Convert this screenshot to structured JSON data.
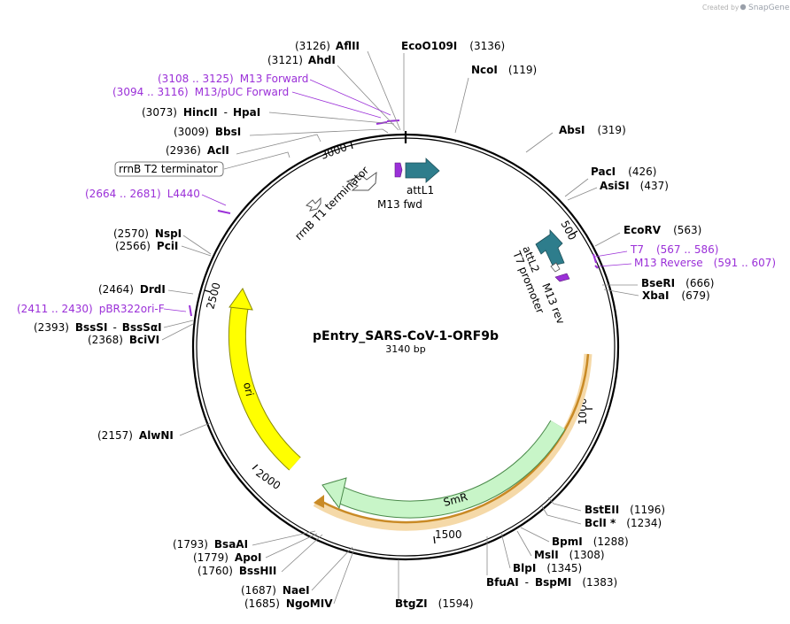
{
  "credit": {
    "prefix": "Created by",
    "brand": "SnapGene"
  },
  "plasmid": {
    "name": "pEntry_SARS-CoV-1-ORF9b",
    "size_label": "3140 bp",
    "length": 3140
  },
  "colors": {
    "attL": "#2e7d8c",
    "primer": "#9b30d8",
    "ori": "#ffff00",
    "smr": "#c8f5c8",
    "orf": "#f0a84a",
    "backbone": "#000000"
  },
  "ticks": [
    "500",
    "1000",
    "1500",
    "2000",
    "2500",
    "3000"
  ],
  "enzymes": [
    {
      "name": "AflII",
      "pos": "(3126)"
    },
    {
      "name": "EcoO109I",
      "pos": "(3136)"
    },
    {
      "name": "AhdI",
      "pos": "(3121)"
    },
    {
      "name": "NcoI",
      "pos": "(119)"
    },
    {
      "name": "HincII",
      "name2": "HpaI",
      "pos": "(3073)"
    },
    {
      "name": "BbsI",
      "pos": "(3009)"
    },
    {
      "name": "AbsI",
      "pos": "(319)"
    },
    {
      "name": "AclI",
      "pos": "(2936)"
    },
    {
      "name": "PacI",
      "pos": "(426)"
    },
    {
      "name": "AsiSI",
      "pos": "(437)"
    },
    {
      "name": "NspI",
      "pos": "(2570)"
    },
    {
      "name": "PciI",
      "pos": "(2566)"
    },
    {
      "name": "EcoRV",
      "pos": "(563)"
    },
    {
      "name": "BseRI",
      "pos": "(666)"
    },
    {
      "name": "XbaI",
      "pos": "(679)"
    },
    {
      "name": "DrdI",
      "pos": "(2464)"
    },
    {
      "name": "BssSI",
      "name2": "BssSαI",
      "pos": "(2393)"
    },
    {
      "name": "BciVI",
      "pos": "(2368)"
    },
    {
      "name": "AlwNI",
      "pos": "(2157)"
    },
    {
      "name": "BstEII",
      "pos": "(1196)"
    },
    {
      "name": "BclI *",
      "pos": "(1234)"
    },
    {
      "name": "BpmI",
      "pos": "(1288)"
    },
    {
      "name": "MslI",
      "pos": "(1308)"
    },
    {
      "name": "BlpI",
      "pos": "(1345)"
    },
    {
      "name": "BfuAI",
      "name2": "BspMI",
      "pos": "(1383)"
    },
    {
      "name": "BsaAI",
      "pos": "(1793)"
    },
    {
      "name": "ApoI",
      "pos": "(1779)"
    },
    {
      "name": "BssHII",
      "pos": "(1760)"
    },
    {
      "name": "NaeI",
      "pos": "(1687)"
    },
    {
      "name": "NgoMIV",
      "pos": "(1685)"
    },
    {
      "name": "BtgZI",
      "pos": "(1594)"
    }
  ],
  "primers": [
    {
      "range": "(3108 .. 3125)",
      "name": "M13 Forward"
    },
    {
      "range": "(3094 .. 3116)",
      "name": "M13/pUC Forward"
    },
    {
      "range": "(2664 .. 2681)",
      "name": "L4440"
    },
    {
      "range": "(2411 .. 2430)",
      "name": "pBR322ori-F"
    },
    {
      "name": "T7",
      "range": "(567 .. 586)"
    },
    {
      "name": "M13 Reverse",
      "range": "(591 .. 607)"
    }
  ],
  "features": {
    "rrnb_t2": "rrnB T2 terminator",
    "rrnb_t1": "rrnB T1 terminator",
    "attl1": "attL1",
    "m13_fwd": "M13 fwd",
    "attl2": "attL2",
    "m13_rev": "M13 rev",
    "t7_promoter": "T7 promoter",
    "ori": "ori",
    "smr": "SmR"
  }
}
